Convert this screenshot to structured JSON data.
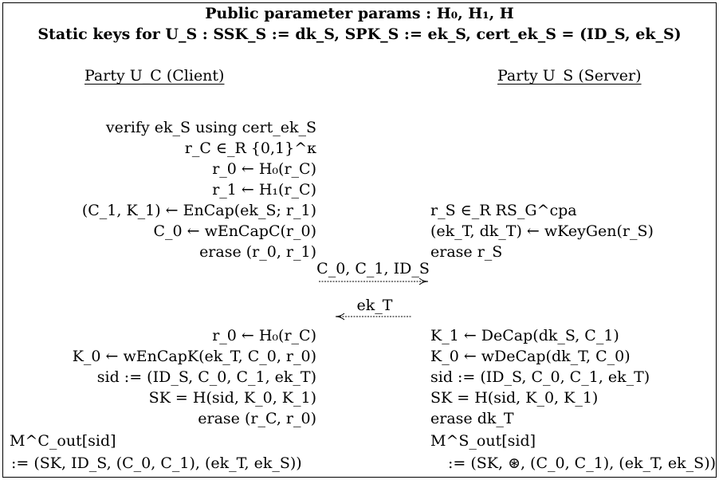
{
  "header": {
    "line1": "Public parameter params : H₀, H₁, H",
    "line2": "Static keys for U_S : SSK_S := dk_S, SPK_S := ek_S, cert_ek_S = (ID_S, ek_S)"
  },
  "parties": {
    "client": "Party U_C (Client)",
    "server": "Party U_S (Server)"
  },
  "client_steps_1": [
    "verify ek_S using cert_ek_S",
    "r_C ∈_R {0,1}^κ",
    "r_0 ← H₀(r_C)",
    "r_1 ← H₁(r_C)",
    "(C_1, K_1) ← EnCap(ek_S; r_1)",
    "C_0 ← wEnCapC(r_0)",
    "erase (r_0, r_1)"
  ],
  "server_steps_1": [
    "r_S ∈_R RS_G^cpa",
    "(ek_T, dk_T) ← wKeyGen(r_S)",
    "erase r_S"
  ],
  "messages": {
    "to_server": "C_0, C_1, ID_S",
    "to_client": "ek_T"
  },
  "client_steps_2": [
    "r_0 ← H₀(r_C)",
    "K_0 ← wEnCapK(ek_T, C_0, r_0)",
    "sid := (ID_S, C_0, C_1, ek_T)",
    "SK = H(sid, K_0, K_1)",
    "erase (r_C, r_0)"
  ],
  "server_steps_2": [
    "K_1 ← DeCap(dk_S, C_1)",
    "K_0 ← wDeCap(dk_T, C_0)",
    "sid := (ID_S, C_0, C_1, ek_T)",
    "SK = H(sid, K_0, K_1)",
    "erase dk_T"
  ],
  "outputs": {
    "client_label": "M^C_out[sid]",
    "client_value": ":= (SK, ID_S, (C_0, C_1), (ek_T, ek_S))",
    "server_label": "M^S_out[sid]",
    "server_value": ":= (SK, ⊛, (C_0, C_1), (ek_T, ek_S))"
  }
}
